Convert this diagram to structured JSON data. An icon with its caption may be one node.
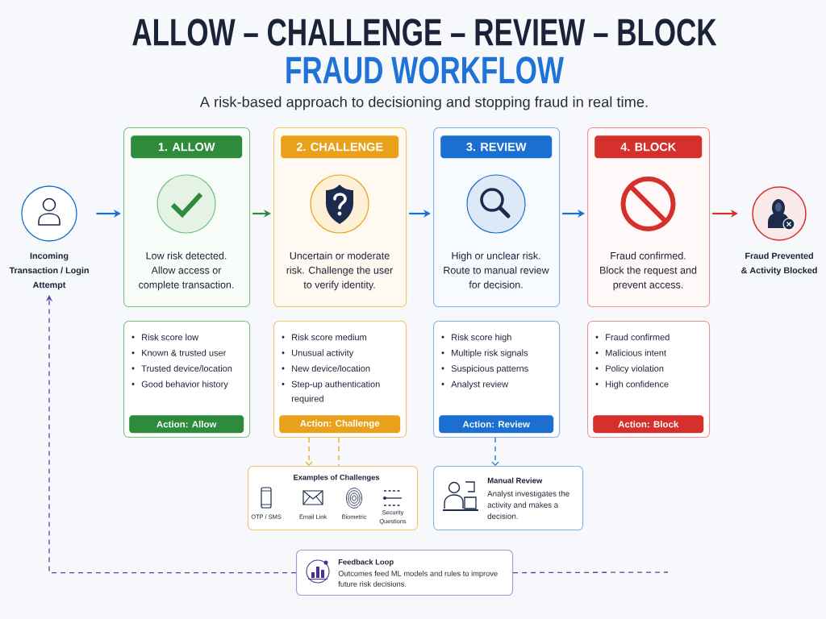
{
  "diagram": {
    "title": "ALLOW – CHALLENGE – REVIEW – BLOCK",
    "nodes": [
      {
        "text": [
          "Incoming Transaction / Login Attempt"
        ]
      },
      {
        "text": [
          "Low risk detected. Allow access or complete transaction."
        ]
      },
      {
        "text": [
          "1. ALLOW"
        ],
        "in": 1
      },
      {
        "text": [
          "Uncertain or moderate risk. Challenge the user to verify identity."
        ]
      },
      {
        "text": [
          "2. CHALLENGE"
        ],
        "in": 3
      },
      {
        "text": [
          "High or unclear risk. Route to manual review for decision."
        ]
      },
      {
        "text": [
          "3. REVIEW"
        ],
        "in": 5
      },
      {
        "text": [
          "Fraud confirmed. Block the request and prevent access."
        ]
      },
      {
        "text": [
          "4. BLOCK"
        ],
        "in": 7
      },
      {
        "text": [
          "Fraud Prevented & Activity Blocked"
        ]
      },
      {
        "text": [
          "Risk score low",
          "Known & trusted user",
          "Trusted device/location",
          "Good behavior history"
        ]
      },
      {
        "text": [
          "Action: Allow"
        ],
        "in": 10
      },
      {
        "text": [
          "Risk score medium",
          "Unusual activity",
          "New device/location",
          "Step-up authentication required"
        ]
      },
      {
        "text": [
          "Action: Challenge"
        ],
        "in": 12
      },
      {
        "text": [
          "Risk score high",
          "Multiple risk signals",
          "Suspicious patterns",
          "Analyst review"
        ]
      },
      {
        "text": [
          "Action: Review"
        ],
        "in": 14
      },
      {
        "text": [
          "Fraud confirmed",
          "Malicious intent",
          "Policy violation",
          "High confidence"
        ]
      },
      {
        "text": [
          "Action: Block"
        ],
        "in": 16
      },
      {
        "text": [
          "Examples of Challenges",
          "OTP / SMS",
          "Email Link",
          "Biometric",
          "Security Questions"
        ]
      },
      {
        "text": [
          "Manual Review",
          "Analyst investigates the activity and makes a decision."
        ]
      },
      {
        "text": [
          "Feedback Loop",
          "Outcomes feed ML models and rules to improve future risk decisions."
        ]
      }
    ],
    "edges": [
      {
        "from": 0,
        "to": 1,
        "arrow": "to"
      },
      {
        "from": 1,
        "to": 3,
        "arrow": "to",
        "color": "#2e8b3c"
      },
      {
        "from": 3,
        "to": 5,
        "arrow": "to"
      },
      {
        "from": 5,
        "to": 7,
        "arrow": "to"
      },
      {
        "from": 7,
        "to": 9,
        "arrow": "to",
        "color": "#d6302c"
      },
      {
        "from": 12,
        "to": 18,
        "arrow": "to",
        "style": "dashed",
        "color": "#e9a11b"
      },
      {
        "from": 12,
        "to": 18,
        "arrow": "none",
        "style": "dashed",
        "color": "#e9a11b"
      },
      {
        "from": 14,
        "to": 19,
        "arrow": "to",
        "style": "dashed"
      },
      {
        "from": 20,
        "to": 0,
        "arrow": "to",
        "style": "dashed",
        "color": "#5b3fa8"
      },
      {
        "from": 20,
        "to": null,
        "arrow": "none",
        "style": "dashed",
        "color": "#5b3fa8"
      }
    ],
    "labels": [
      "FRAUD WORKFLOW",
      "A risk-based approach to decisioning and stopping fraud in real time."
    ]
  }
}
